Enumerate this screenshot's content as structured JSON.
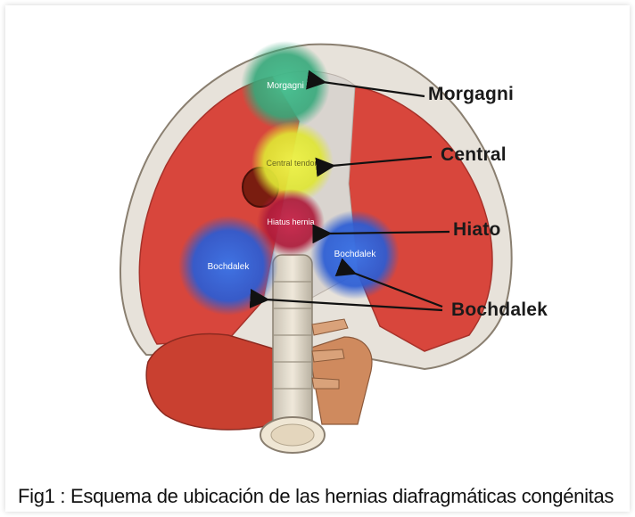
{
  "labels": {
    "morgagni": "Morgagni",
    "central": "Central",
    "hiato": "Hiato",
    "bochdalek": "Bochdalek"
  },
  "regions": {
    "morgagni": "Morgagni",
    "central": "Central tendon",
    "hiatus": "Hiatus hernia",
    "bochdalek_left": "Bochdalek",
    "bochdalek_right": "Bochdalek"
  },
  "caption": "Fig1 : Esquema de ubicación de las hernias diafragmáticas congénitas",
  "colors": {
    "muscle": "#d8463c",
    "morgagni": "#3fb889",
    "central": "#e6ee3a",
    "hiatus": "#b8203f",
    "bochdalek": "#2f63d8"
  }
}
